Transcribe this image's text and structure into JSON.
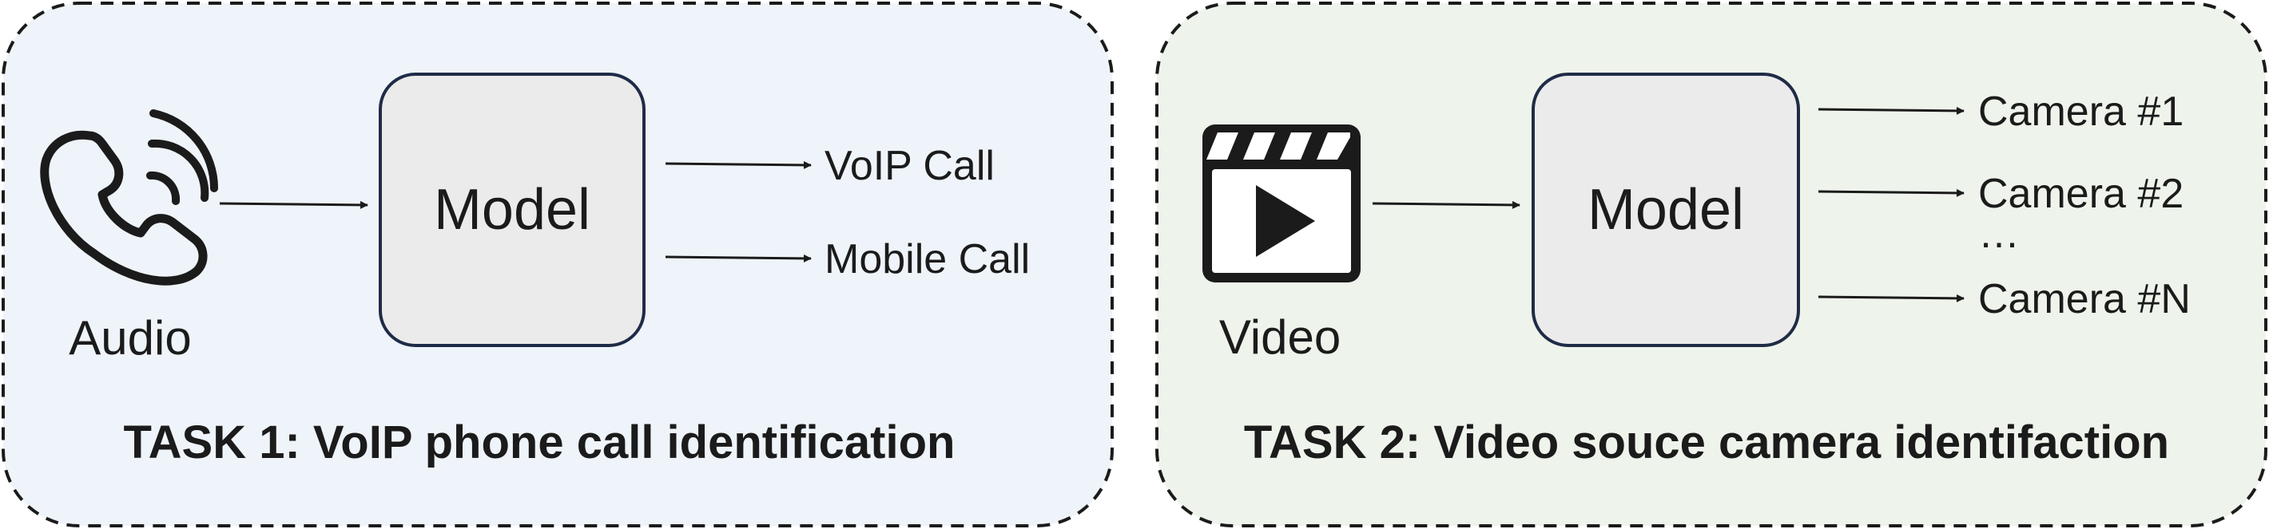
{
  "colors": {
    "task1_panel_bg": "#eef4f9",
    "task2_panel_bg": "#eef4eb",
    "model_box_bg": "#ebebeb",
    "model_box_border": "#1f2b47",
    "ink": "#1b1b1b"
  },
  "task1": {
    "title": "TASK 1: VoIP phone call identification",
    "input_icon": "phone-ringing-icon",
    "input_label": "Audio",
    "model_label": "Model",
    "outputs": [
      "VoIP Call",
      "Mobile Call"
    ]
  },
  "task2": {
    "title": "TASK 2: Video souce camera identifaction",
    "input_icon": "clapperboard-play-icon",
    "input_label": "Video",
    "model_label": "Model",
    "outputs": [
      "Camera #1",
      "Camera #2",
      "Camera #N"
    ],
    "ellipsis": "…"
  }
}
